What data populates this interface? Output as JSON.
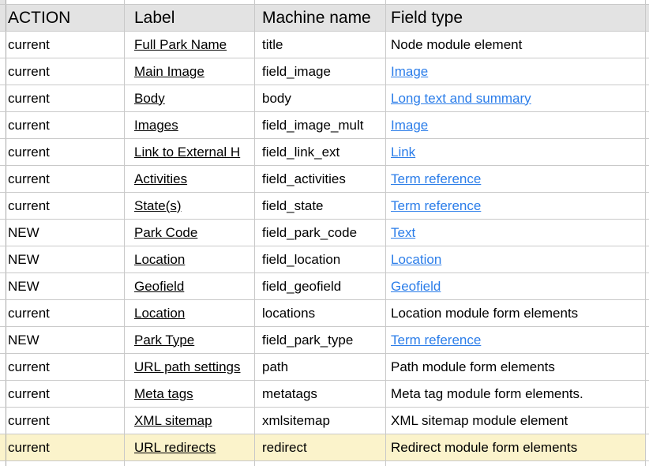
{
  "header": {
    "columns": [
      "ACTION",
      "Label",
      "Machine name",
      "Field type"
    ]
  },
  "rows": [
    {
      "action": "current",
      "label": "Full Park Name",
      "machine": "title",
      "field_type": "Node module element",
      "field_is_link": false,
      "highlight": false
    },
    {
      "action": "current",
      "label": "Main Image",
      "machine": "field_image",
      "field_type": "Image",
      "field_is_link": true,
      "highlight": false
    },
    {
      "action": "current",
      "label": "Body",
      "machine": "body",
      "field_type": "Long text and summary",
      "field_is_link": true,
      "highlight": false
    },
    {
      "action": "current",
      "label": "Images",
      "machine": "field_image_mult",
      "field_type": "Image",
      "field_is_link": true,
      "highlight": false
    },
    {
      "action": "current",
      "label": "Link to External H",
      "machine": "field_link_ext",
      "field_type": "Link",
      "field_is_link": true,
      "highlight": false
    },
    {
      "action": "current",
      "label": "Activities",
      "machine": "field_activities",
      "field_type": "Term reference",
      "field_is_link": true,
      "highlight": false
    },
    {
      "action": "current",
      "label": "State(s)",
      "machine": "field_state",
      "field_type": "Term reference",
      "field_is_link": true,
      "highlight": false
    },
    {
      "action": "NEW",
      "label": "Park Code",
      "machine": "field_park_code",
      "field_type": "Text",
      "field_is_link": true,
      "highlight": false
    },
    {
      "action": "NEW",
      "label": "Location",
      "machine": "field_location",
      "field_type": "Location",
      "field_is_link": true,
      "highlight": false
    },
    {
      "action": "NEW",
      "label": "Geofield",
      "machine": "field_geofield",
      "field_type": "Geofield",
      "field_is_link": true,
      "highlight": false
    },
    {
      "action": "current",
      "label": "Location",
      "machine": "locations",
      "field_type": "Location module form elements",
      "field_is_link": false,
      "highlight": false
    },
    {
      "action": "NEW",
      "label": "Park Type",
      "machine": "field_park_type",
      "field_type": "Term reference",
      "field_is_link": true,
      "highlight": false
    },
    {
      "action": "current",
      "label": "URL path settings",
      "machine": "path",
      "field_type": "Path module form elements",
      "field_is_link": false,
      "highlight": false
    },
    {
      "action": "current",
      "label": "Meta tags",
      "machine": "metatags",
      "field_type": "Meta tag module form elements.",
      "field_is_link": false,
      "highlight": false
    },
    {
      "action": "current",
      "label": "XML sitemap",
      "machine": "xmlsitemap",
      "field_type": "XML sitemap module element",
      "field_is_link": false,
      "highlight": false
    },
    {
      "action": "current",
      "label": "URL redirects",
      "machine": "redirect",
      "field_type": "Redirect module form elements",
      "field_is_link": false,
      "highlight": true
    }
  ],
  "colors": {
    "header_bg": "#e3e3e3",
    "grid": "#c9c9c9",
    "frozen_divider": "#a8a8a8",
    "link_blue": "#2b7de9",
    "highlight_yellow": "#fbf3cb",
    "text": "#000000"
  }
}
